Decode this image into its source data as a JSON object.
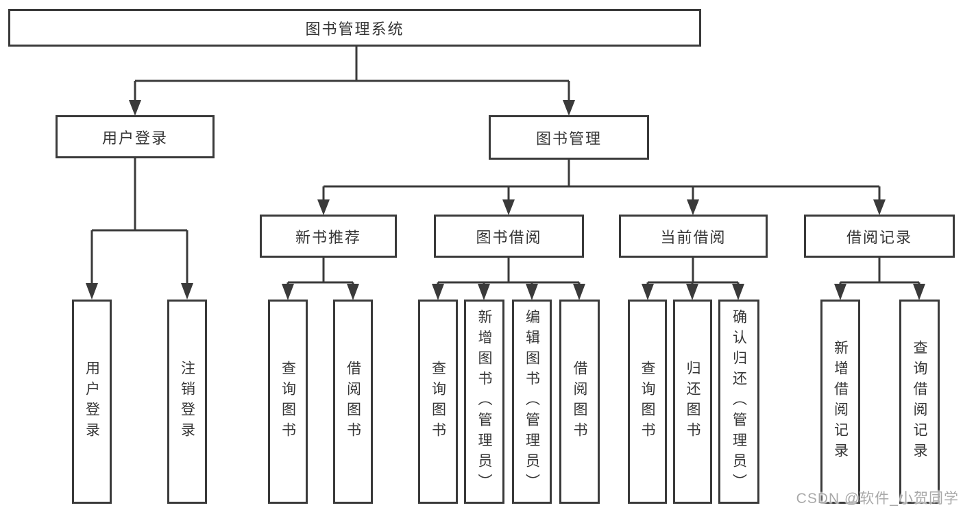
{
  "diagram": {
    "root": {
      "label": "图书管理系统"
    },
    "branches": [
      {
        "label": "用户登录",
        "children": [
          {
            "label": "用户登录"
          },
          {
            "label": "注销登录"
          }
        ]
      },
      {
        "label": "图书管理",
        "children": [
          {
            "label": "新书推荐",
            "children": [
              {
                "label": "查询图书"
              },
              {
                "label": "借阅图书"
              }
            ]
          },
          {
            "label": "图书借阅",
            "children": [
              {
                "label": "查询图书"
              },
              {
                "label": "新增图书（管理员）"
              },
              {
                "label": "编辑图书（管理员）"
              },
              {
                "label": "借阅图书"
              }
            ]
          },
          {
            "label": "当前借阅",
            "children": [
              {
                "label": "查询图书"
              },
              {
                "label": "归还图书"
              },
              {
                "label": "确认归还（管理员）"
              }
            ]
          },
          {
            "label": "借阅记录",
            "children": [
              {
                "label": "新增借阅记录"
              },
              {
                "label": "查询借阅记录"
              }
            ]
          }
        ]
      }
    ]
  },
  "watermark": {
    "text": "CSDN @软件_小贺同学"
  },
  "colors": {
    "line": "#3a3a3a",
    "text": "#363636",
    "bg": "#ffffff",
    "wm": "#a9a9a9"
  }
}
